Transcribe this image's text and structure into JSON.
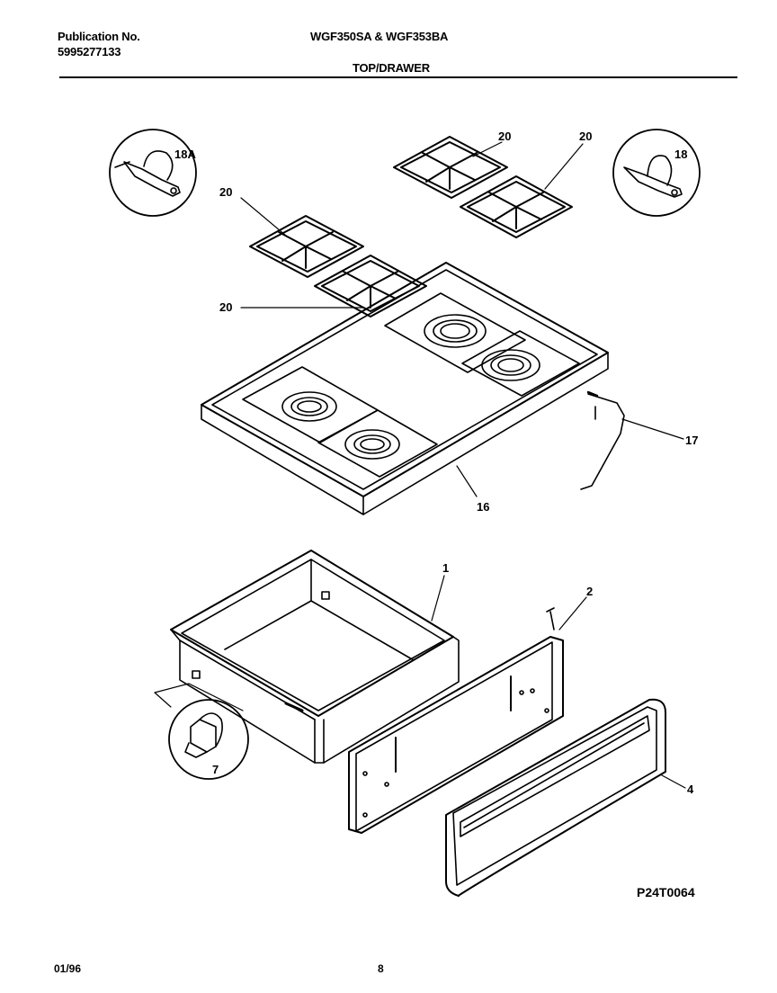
{
  "header": {
    "publication_label": "Publication No.",
    "publication_number": "5995277133",
    "models": "WGF350SA & WGF353BA",
    "section_title": "TOP/DRAWER"
  },
  "footer": {
    "date": "01/96",
    "page": "8"
  },
  "diagram_code": "P24T0064",
  "callouts": {
    "c18a": "18A",
    "c18": "18",
    "c20a": "20",
    "c20b": "20",
    "c20c": "20",
    "c20d": "20",
    "c17": "17",
    "c16": "16",
    "c1": "1",
    "c2": "2",
    "c4": "4",
    "c7": "7"
  }
}
